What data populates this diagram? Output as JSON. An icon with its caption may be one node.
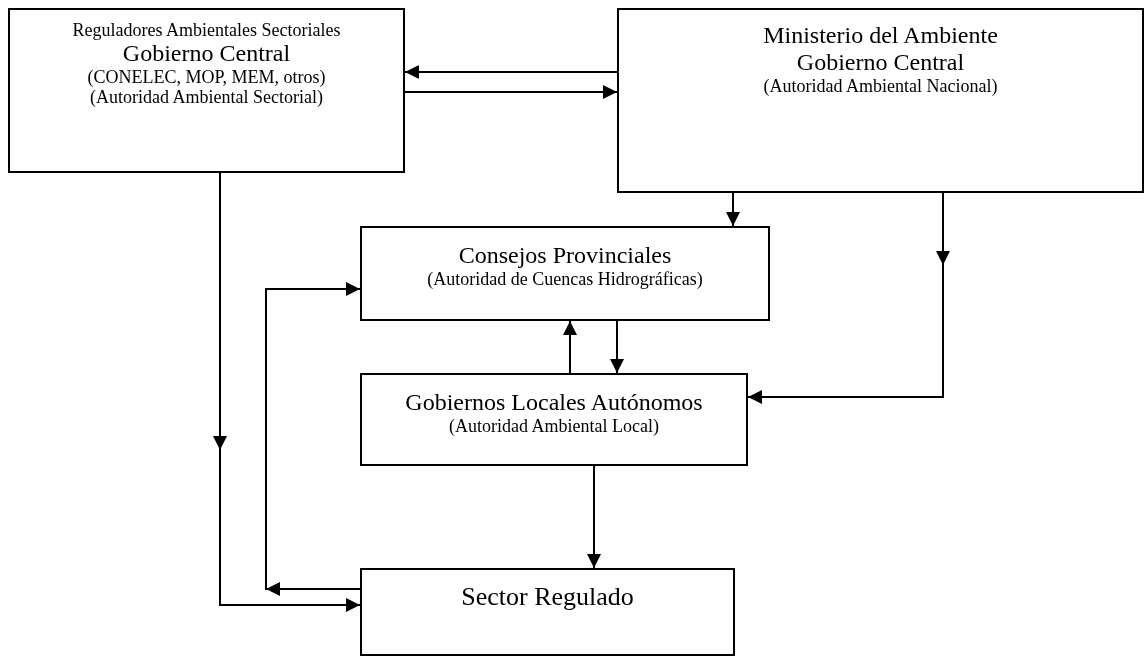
{
  "diagram": {
    "nodes": [
      {
        "text": [
          "Reguladores Ambientales Sectoriales",
          "Gobierno Central",
          "(CONELEC, MOP, MEM, otros)",
          "(Autoridad Ambiental Sectorial)"
        ]
      },
      {
        "text": [
          "Ministerio del Ambiente",
          "Gobierno Central",
          "(Autoridad Ambiental Nacional)"
        ]
      },
      {
        "text": [
          "Consejos Provinciales",
          "(Autoridad de Cuencas Hidrográficas)"
        ]
      },
      {
        "text": [
          "Gobiernos Locales Autónomos",
          "(Autoridad Ambiental Local)"
        ]
      },
      {
        "text": [
          "Sector Regulado"
        ]
      }
    ],
    "edges": [
      {
        "from": 1,
        "to": 0,
        "arrow": "to"
      },
      {
        "from": 0,
        "to": 1,
        "arrow": "to"
      },
      {
        "from": 1,
        "to": 2,
        "arrow": "to"
      },
      {
        "from": 1,
        "to": 3,
        "arrow": "to"
      },
      {
        "from": 3,
        "to": 2,
        "arrow": "to"
      },
      {
        "from": 2,
        "to": 3,
        "arrow": "to"
      },
      {
        "from": 3,
        "to": 4,
        "arrow": "to"
      },
      {
        "from": 0,
        "to": 4,
        "arrow": "to"
      },
      {
        "from": 4,
        "to": 2,
        "arrow": "to"
      }
    ]
  }
}
